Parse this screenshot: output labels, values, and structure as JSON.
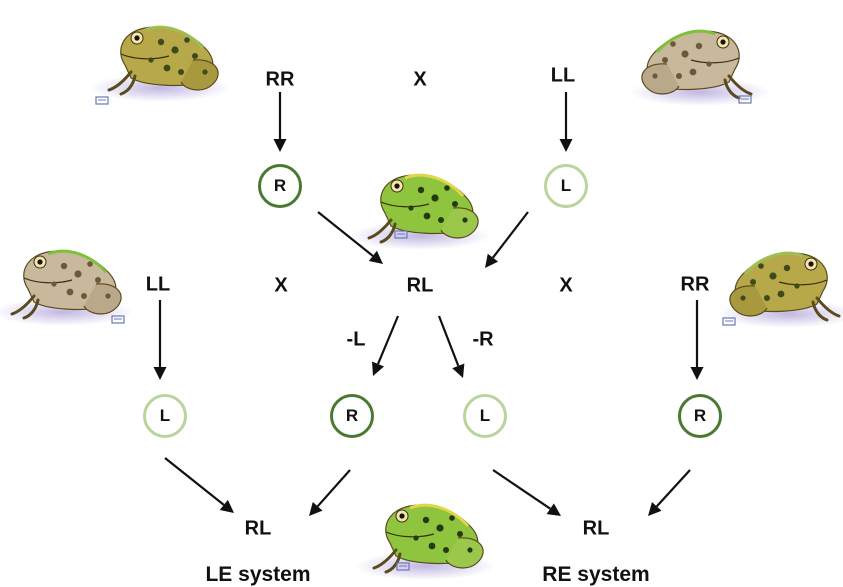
{
  "colors": {
    "r_ring": "#4a7a32",
    "l_ring": "#b9d49d",
    "arrow": "#111111"
  },
  "cross1": {
    "left": "RR",
    "cross": "X",
    "right": "LL"
  },
  "gametes1": {
    "left": "R",
    "right": "L"
  },
  "hybrid": "RL",
  "cross2": {
    "left": "LL",
    "cross_left": "X",
    "cross_right": "X",
    "right": "RR"
  },
  "exclusion": {
    "left": "-L",
    "right": "-R"
  },
  "gametes2": {
    "g1": "L",
    "g2": "R",
    "g3": "L",
    "g4": "R"
  },
  "offspring": {
    "left": "RL",
    "right": "RL"
  },
  "systems": {
    "left": "LE system",
    "right": "RE system"
  },
  "frogs": [
    {
      "name": "marsh-frog",
      "icon": "frog-image"
    },
    {
      "name": "pool-frog",
      "icon": "frog-image"
    },
    {
      "name": "edible-frog",
      "icon": "frog-image"
    }
  ]
}
